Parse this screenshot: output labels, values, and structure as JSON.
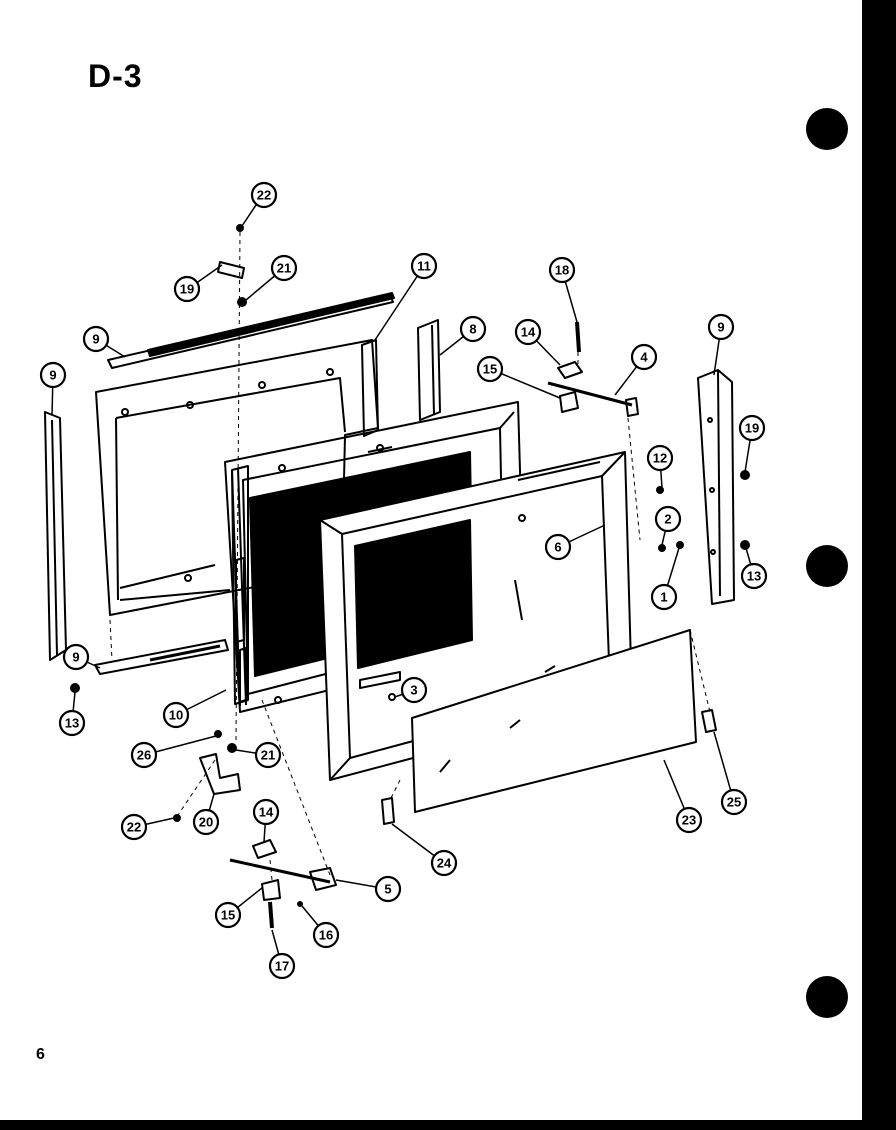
{
  "page": {
    "title": "D-3",
    "page_number": "6"
  },
  "callouts": [
    "22",
    "19",
    "21",
    "11",
    "9",
    "9",
    "18",
    "14",
    "15",
    "4",
    "8",
    "9",
    "19",
    "12",
    "2",
    "6",
    "13",
    "1",
    "9",
    "13",
    "10",
    "3",
    "26",
    "21",
    "22",
    "20",
    "14",
    "23",
    "25",
    "5",
    "24",
    "15",
    "16",
    "17"
  ]
}
